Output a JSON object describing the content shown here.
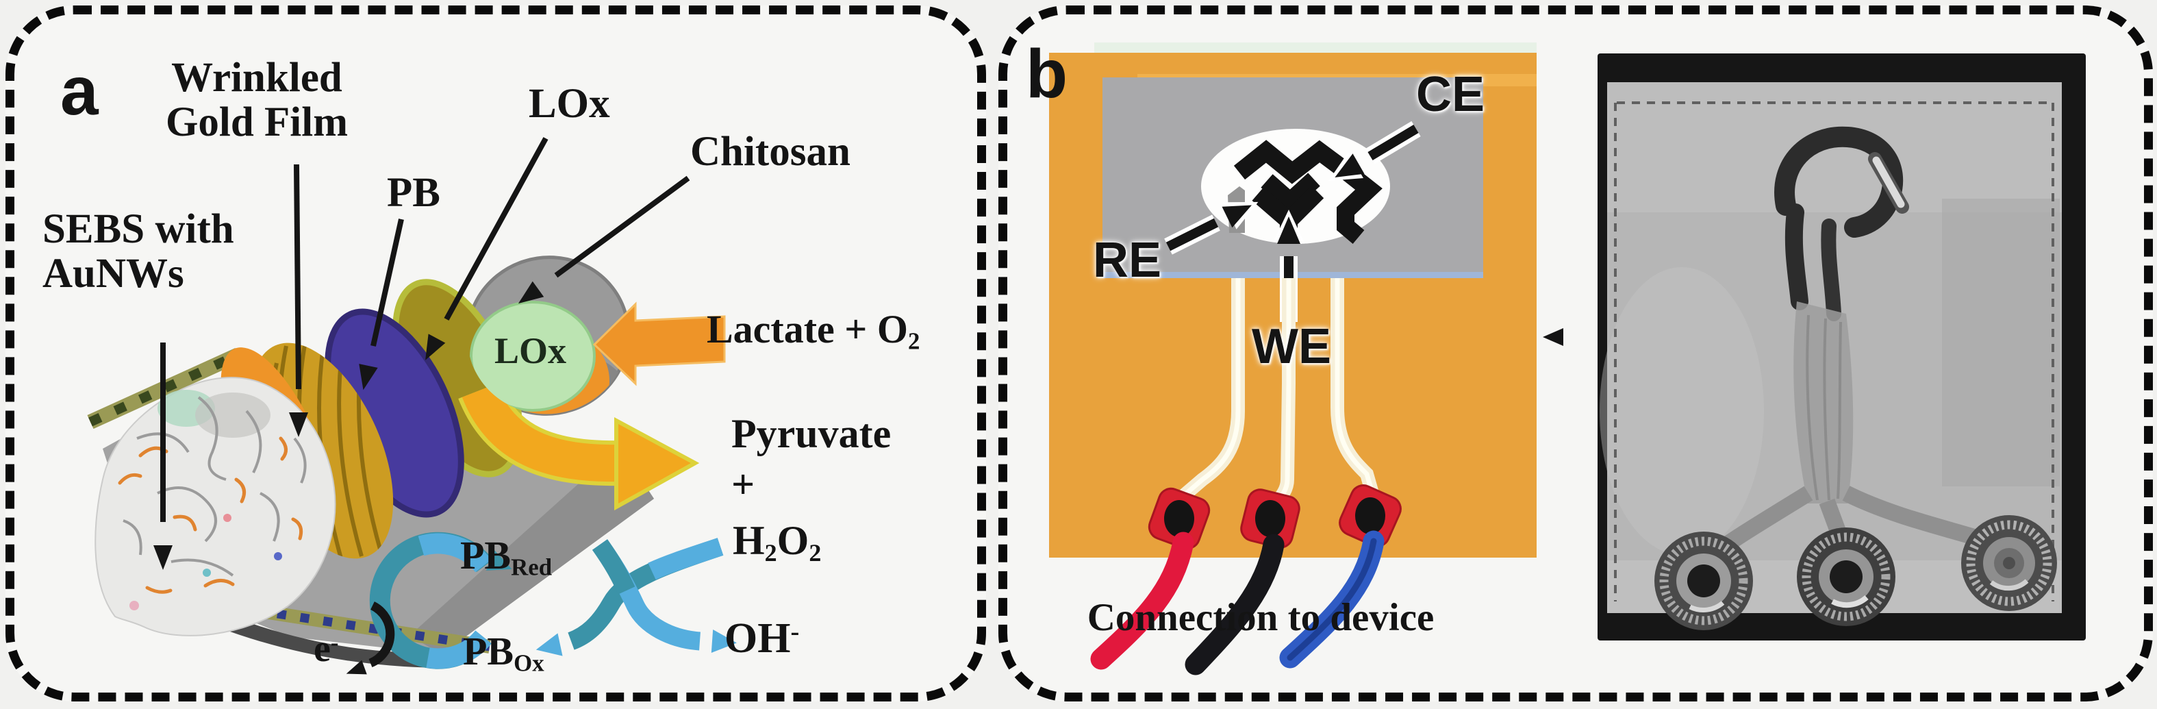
{
  "figure": {
    "description_labels_only": true
  },
  "colors": {
    "bg": "#f6f6f4",
    "ink": "#141414",
    "gold": "#cc9c22",
    "gold-dark": "#8f6e10",
    "purple": "#473a9e",
    "purple-dark": "#342a74",
    "olive": "#a08e20",
    "olive-light": "#b6bc3a",
    "orange": "#ee9428",
    "substrate-orange": "#e8a23c",
    "yellow": "#f2a81e",
    "yellow-edge": "#ddd23a",
    "teal": "#3b93a8",
    "light-blue": "#55aede",
    "green": "#bce4b2",
    "cap-gray": "#9a9a9a",
    "trough-gray": "#a2a2a2",
    "panel-gray": "#a9a9ab",
    "blue-line": "#9fb6d8",
    "trace-cream": "#f6efd8",
    "snap-red": "#d8202f",
    "wire-red": "#e2183d",
    "wire-black": "#17171b",
    "wire-blue": "#2f5bc4",
    "photo-frame": "#161616",
    "fabric": "#b6b6b6"
  },
  "panel_a": {
    "letter": "a",
    "wrinkled_line1": "Wrinkled",
    "wrinkled_line2": "Gold Film",
    "pb": "PB",
    "lox_top": "LOx",
    "chitosan": "Chitosan",
    "sebs_line1": "SEBS with",
    "sebs_line2": "AuNWs",
    "lox_tip": "LOx",
    "lactate_base": "Lactate + O",
    "lactate_sub": "2",
    "pyruvate": "Pyruvate",
    "plus": "+",
    "h2o2_p1": "H",
    "h2o2_s1": "2",
    "h2o2_p2": "O",
    "h2o2_s2": "2",
    "pb_red_base": "PB",
    "pb_red_sub": "Red",
    "pb_ox_base": "PB",
    "pb_ox_sub": "Ox",
    "electron_base": "e",
    "electron_sup": "-",
    "oh_base": "OH",
    "oh_sup": "-"
  },
  "panel_b": {
    "letter": "b",
    "ce": "CE",
    "re": "RE",
    "we": "WE",
    "connection": "Connection to device"
  }
}
